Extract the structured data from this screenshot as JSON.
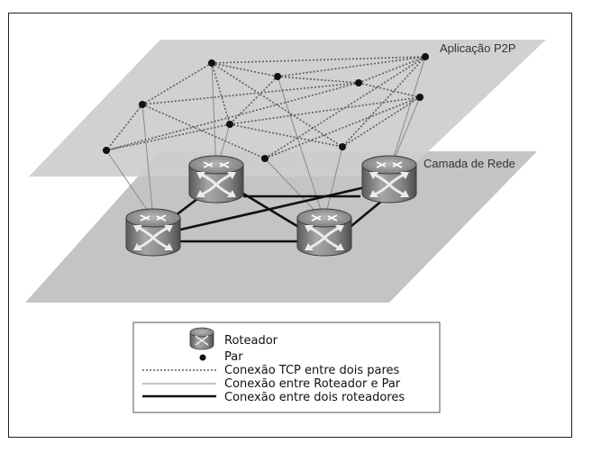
{
  "diagram": {
    "layers": {
      "p2p_label": "Aplicação P2P",
      "network_label": "Camada de Rede"
    },
    "legend": {
      "items": [
        {
          "key": "router",
          "label": "Roteador"
        },
        {
          "key": "peer",
          "label": "Par"
        },
        {
          "key": "tcp",
          "label": "Conexão TCP entre dois pares"
        },
        {
          "key": "router_peer",
          "label": "Conexão entre Roteador e Par"
        },
        {
          "key": "router_router",
          "label": "Conexão entre dois roteadores"
        }
      ]
    },
    "colors": {
      "plane": "#c2c2c2",
      "peer": "#111111",
      "tcp_line": "#6e6e6e",
      "router_peer_line": "#8a8a8a",
      "router_router_line": "#111111",
      "router_body": "#8d8d8d"
    }
  }
}
